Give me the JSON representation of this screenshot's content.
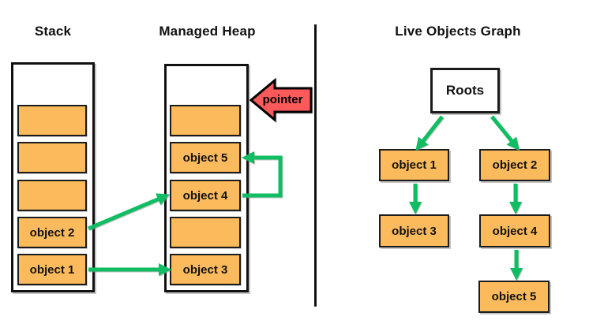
{
  "diagram": {
    "kind": "garbage-collection-memory-diagram",
    "stack": {
      "title": "Stack",
      "slots": [
        "",
        "",
        "",
        "object 2",
        "object 1"
      ]
    },
    "heap": {
      "title": "Managed Heap",
      "slots": [
        "",
        "object 5",
        "object 4",
        "",
        "object 3"
      ],
      "pointer_label": "pointer"
    },
    "graph": {
      "title": "Live Objects Graph",
      "nodes": {
        "roots": "Roots",
        "object1": "object 1",
        "object2": "object 2",
        "object3": "object 3",
        "object4": "object 4",
        "object5": "object 5"
      },
      "edges": [
        {
          "from": "roots",
          "to": "object1"
        },
        {
          "from": "roots",
          "to": "object2"
        },
        {
          "from": "object1",
          "to": "object3"
        },
        {
          "from": "object2",
          "to": "object4"
        },
        {
          "from": "object4",
          "to": "object5"
        }
      ]
    },
    "references": [
      {
        "from": "stack.object 1",
        "to": "heap.object 3"
      },
      {
        "from": "stack.object 2",
        "to": "heap.object 4"
      },
      {
        "from": "heap.object 4",
        "to": "heap.object 5"
      }
    ],
    "colors": {
      "box_fill": "#FBBA5C",
      "arrow_green": "#10BD63",
      "pointer_red": "#FC5A5A",
      "outline": "#111111"
    }
  }
}
